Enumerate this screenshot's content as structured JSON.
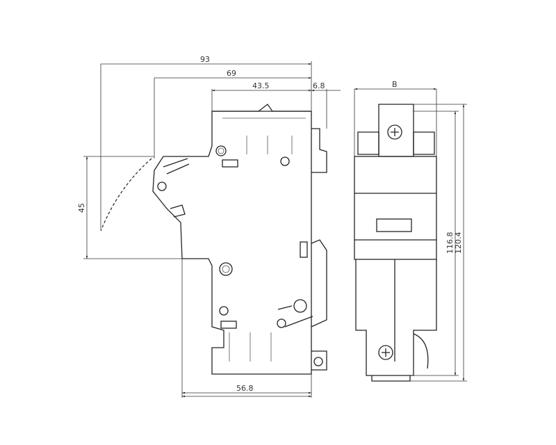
{
  "drawing": {
    "dimensions": {
      "overall_depth_open": "93",
      "depth_closed": "69",
      "front_depth": "43.5",
      "terminal_offset": "6.8",
      "width": "B",
      "lever_travel": "45",
      "inner_height": "116.8",
      "overall_height": "120.4",
      "base_depth": "56.8"
    },
    "stroke_color": "#222222"
  }
}
